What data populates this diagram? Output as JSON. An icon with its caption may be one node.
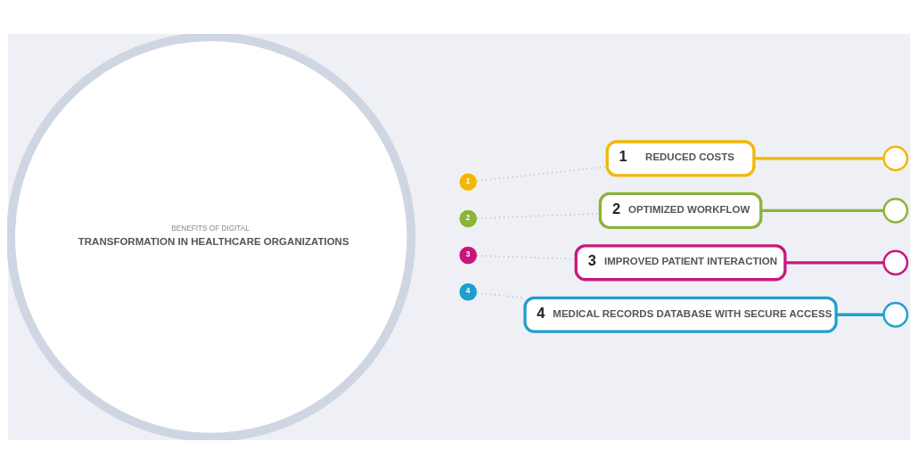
{
  "diagram": {
    "nodes": [
      {
        "text": [
          "BENEFITS OF DIGITAL",
          "TRANSFORMATION IN HEALTHCARE ORGANIZATIONS"
        ]
      },
      {
        "text": [
          "1"
        ]
      },
      {
        "text": [
          "2"
        ]
      },
      {
        "text": [
          "3"
        ]
      },
      {
        "text": [
          "4"
        ]
      },
      {
        "text": [
          "1",
          "REDUCED COSTS"
        ]
      },
      {
        "text": [
          "2",
          "OPTIMIZED WORKFLOW"
        ]
      },
      {
        "text": [
          "3",
          "IMPROVED PATIENT INTERACTION"
        ]
      },
      {
        "text": [
          "4",
          "MEDICAL RECORDS DATABASE WITH SECURE ACCESS"
        ]
      },
      {
        "text": [],
        "shape": "circle"
      },
      {
        "text": [],
        "shape": "circle"
      },
      {
        "text": [],
        "shape": "circle"
      },
      {
        "text": [],
        "shape": "circle"
      }
    ],
    "edges": [
      {
        "from": 1,
        "to": 5,
        "arrow": "none",
        "style": "dashed"
      },
      {
        "from": 2,
        "to": 6,
        "arrow": "none",
        "style": "dashed"
      },
      {
        "from": 3,
        "to": 7,
        "arrow": "none",
        "style": "dashed"
      },
      {
        "from": 4,
        "to": 8,
        "arrow": "none",
        "style": "dashed"
      },
      {
        "from": 5,
        "to": 9,
        "arrow": "none",
        "style": "thick",
        "color": "#f2b705"
      },
      {
        "from": 6,
        "to": 10,
        "arrow": "none",
        "style": "thick",
        "color": "#8cb33a"
      },
      {
        "from": 7,
        "to": 11,
        "arrow": "none",
        "style": "thick",
        "color": "#c8177c"
      },
      {
        "from": 8,
        "to": 12,
        "arrow": "none",
        "style": "thick",
        "color": "#1f9fcc"
      }
    ]
  }
}
